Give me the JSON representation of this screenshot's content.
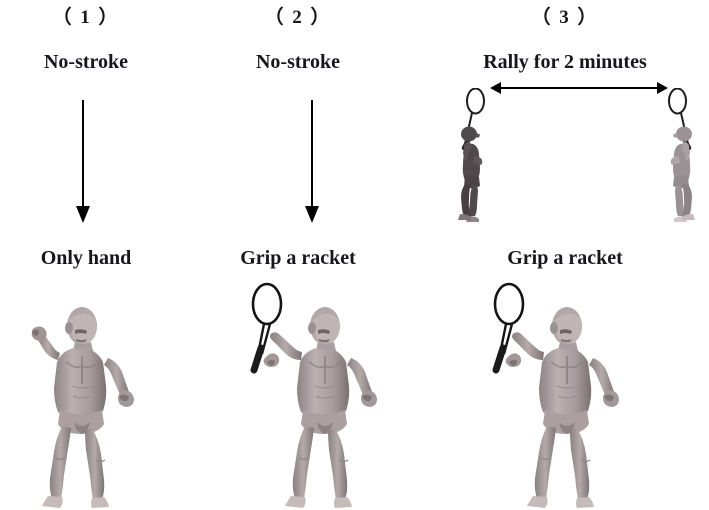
{
  "figure": {
    "columns": [
      {
        "number": "（ 1 ）",
        "condition": "No-stroke",
        "tool": "Only hand",
        "arrow": "down-arrow",
        "figure": "standing-model-empty-hand"
      },
      {
        "number": "（ 2 ）",
        "condition": "No-stroke",
        "tool": "Grip a racket",
        "arrow": "down-arrow",
        "figure": "standing-model-with-racket"
      },
      {
        "number": "（ 3 ）",
        "condition": "Rally for 2 minutes",
        "tool": "Grip a racket",
        "arrow": "double-headed-horizontal-arrow",
        "figure": "standing-model-with-racket",
        "rally_pair": {
          "left_player": "player-facing-right-with-racket",
          "right_player": "player-facing-left-with-racket"
        }
      }
    ]
  },
  "colors": {
    "background": "#ffffff",
    "text": "#16161c",
    "arrow": "#000000",
    "body_light": "#c0b5b5",
    "body_mid": "#a2989a",
    "body_shadow": "#6e6466",
    "body_dark": "#4a4244",
    "racket": "#1b1b1b",
    "small_figure_dark": "#4d4749",
    "small_figure_light": "#9a9294"
  }
}
